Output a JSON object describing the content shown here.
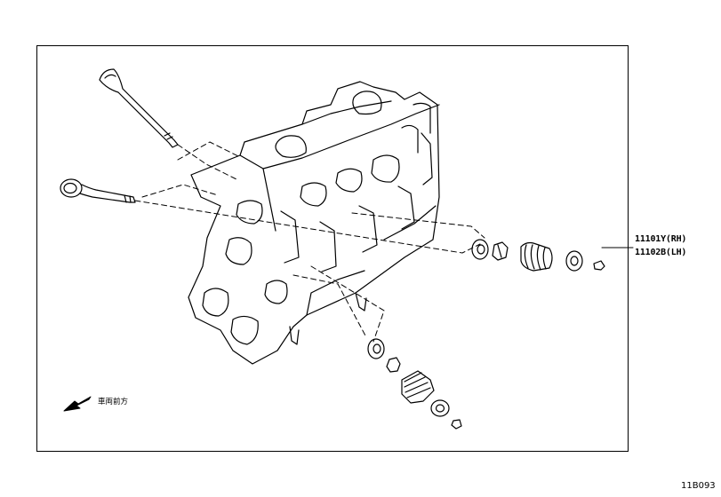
{
  "parts": [
    {
      "number": "11101Y(RH)"
    },
    {
      "number": "11102B(LH)"
    }
  ],
  "direction_note": "車両前方",
  "figure_code": "11B093",
  "icons": [
    "front-direction-arrow-icon"
  ]
}
